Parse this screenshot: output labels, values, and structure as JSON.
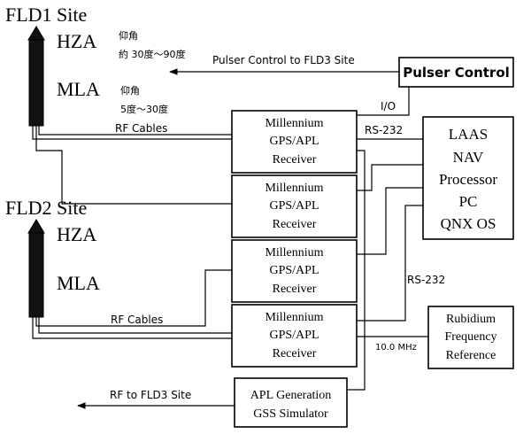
{
  "sites": {
    "fld1": {
      "title": "FLD1 Site",
      "hza": "HZA",
      "hza_elev_label": "仰角",
      "hza_elev_range": "約 30度～90度",
      "mla": "MLA",
      "mla_elev_label": "仰角",
      "mla_elev_range": "5度～30度"
    },
    "fld2": {
      "title": "FLD2 Site",
      "hza": "HZA",
      "mla": "MLA"
    }
  },
  "receiver": {
    "line1": "Millennium",
    "line2": "GPS/APL",
    "line3": "Receiver"
  },
  "pulser_control": "Pulser Control",
  "processor": {
    "line1": "LAAS",
    "line2": "NAV",
    "line3": "Processor",
    "line4": "PC",
    "line5": "QNX OS"
  },
  "rubidium": {
    "line1": "Rubidium",
    "line2": "Frequency",
    "line3": "Reference"
  },
  "apl_generator": {
    "line1": "APL Generation",
    "line2": "GSS Simulator"
  },
  "labels": {
    "pulser_to_fld3": "Pulser Control to FLD3 Site",
    "io": "I/O",
    "rs232_top": "RS-232",
    "rs232_mid": "RS-232",
    "rf_cables_1": "RF Cables",
    "rf_cables_2": "RF Cables",
    "freq": "10.0 MHz",
    "rf_to_fld3": "RF to FLD3 Site"
  }
}
